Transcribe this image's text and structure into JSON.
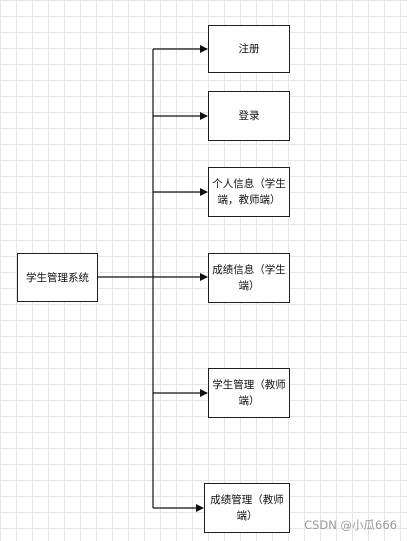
{
  "root": {
    "label": "学生管理系统"
  },
  "children": [
    {
      "label": "注册"
    },
    {
      "label": "登录"
    },
    {
      "label": "个人信息（学生端，教师端）"
    },
    {
      "label": "成绩信息（学生端）"
    },
    {
      "label": "学生管理（教师端）"
    },
    {
      "label": "成绩管理（教师端）"
    }
  ],
  "watermark": "CSDN @小瓜666"
}
